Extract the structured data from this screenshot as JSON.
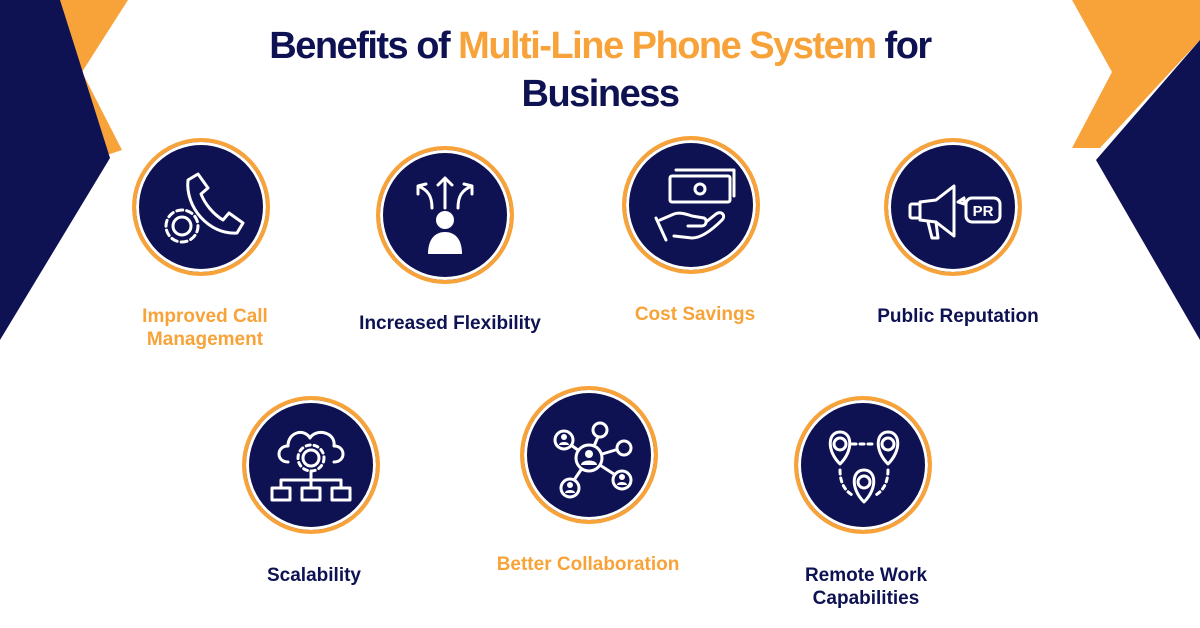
{
  "title": {
    "part1": "Benefits of ",
    "accent": "Multi-Line Phone System",
    "part2": " for Business"
  },
  "colors": {
    "navy": "#0e1252",
    "orange": "#f8a33a",
    "background": "#ffffff"
  },
  "benefits": [
    {
      "label": "Improved Call Management",
      "icon": "phone-gear-icon",
      "color": "orange"
    },
    {
      "label": "Increased Flexibility",
      "icon": "person-arrows-icon",
      "color": "navy"
    },
    {
      "label": "Cost Savings",
      "icon": "hand-money-icon",
      "color": "orange"
    },
    {
      "label": "Public Reputation",
      "icon": "megaphone-pr-icon",
      "color": "navy"
    },
    {
      "label": "Scalability",
      "icon": "cloud-network-icon",
      "color": "navy"
    },
    {
      "label": "Better Collaboration",
      "icon": "people-network-icon",
      "color": "orange"
    },
    {
      "label": "Remote Work Capabilities",
      "icon": "location-pins-icon",
      "color": "navy"
    }
  ],
  "pr_badge_text": "PR"
}
